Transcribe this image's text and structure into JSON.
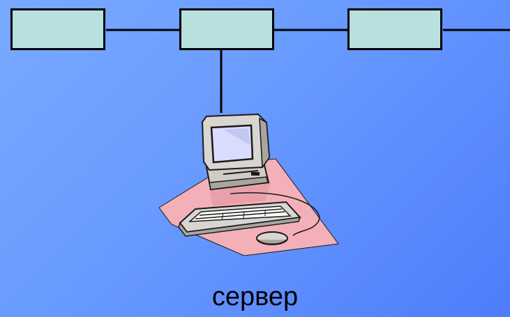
{
  "diagram": {
    "server_label": "сервер",
    "nodes": [
      {
        "id": "workstation-1"
      },
      {
        "id": "workstation-2"
      },
      {
        "id": "workstation-3"
      }
    ],
    "icons": {
      "server": "computer-icon"
    }
  },
  "colors": {
    "background_start": "#7aa9ff",
    "background_end": "#4f7cfb",
    "node_fill": "#b8e0df",
    "line": "#000000",
    "mat": "#f4b0b8",
    "computer": "#d9d5d0",
    "screen": "#d9dcff"
  }
}
